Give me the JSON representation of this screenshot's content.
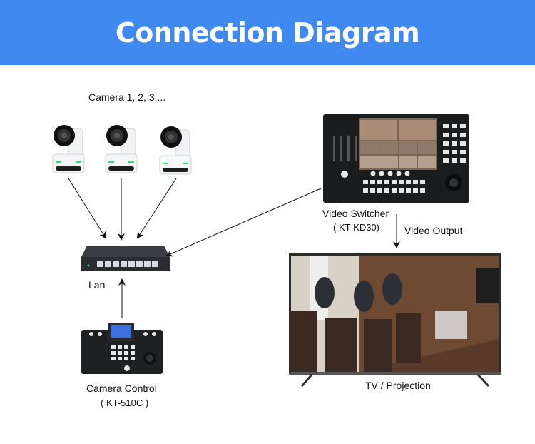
{
  "header": {
    "title": "Connection Diagram",
    "background": "#3f89f0"
  },
  "nodes": {
    "cameras": {
      "label": "Camera 1, 2, 3....",
      "count": 3
    },
    "lan": {
      "label": "Lan"
    },
    "camera_control": {
      "label": "Camera Control",
      "model": "( KT-510C )"
    },
    "video_switcher": {
      "label": "Video Switcher",
      "model": "( KT-KD30)"
    },
    "video_output": {
      "label": "Video Output"
    },
    "tv": {
      "label": "TV / Projection"
    }
  },
  "connections": [
    {
      "from": "camera-1",
      "to": "lan"
    },
    {
      "from": "camera-2",
      "to": "lan"
    },
    {
      "from": "camera-3",
      "to": "lan"
    },
    {
      "from": "video_switcher",
      "to": "lan"
    },
    {
      "from": "camera_control",
      "to": "lan"
    },
    {
      "from": "video_switcher",
      "to": "tv",
      "label": "Video Output"
    }
  ]
}
